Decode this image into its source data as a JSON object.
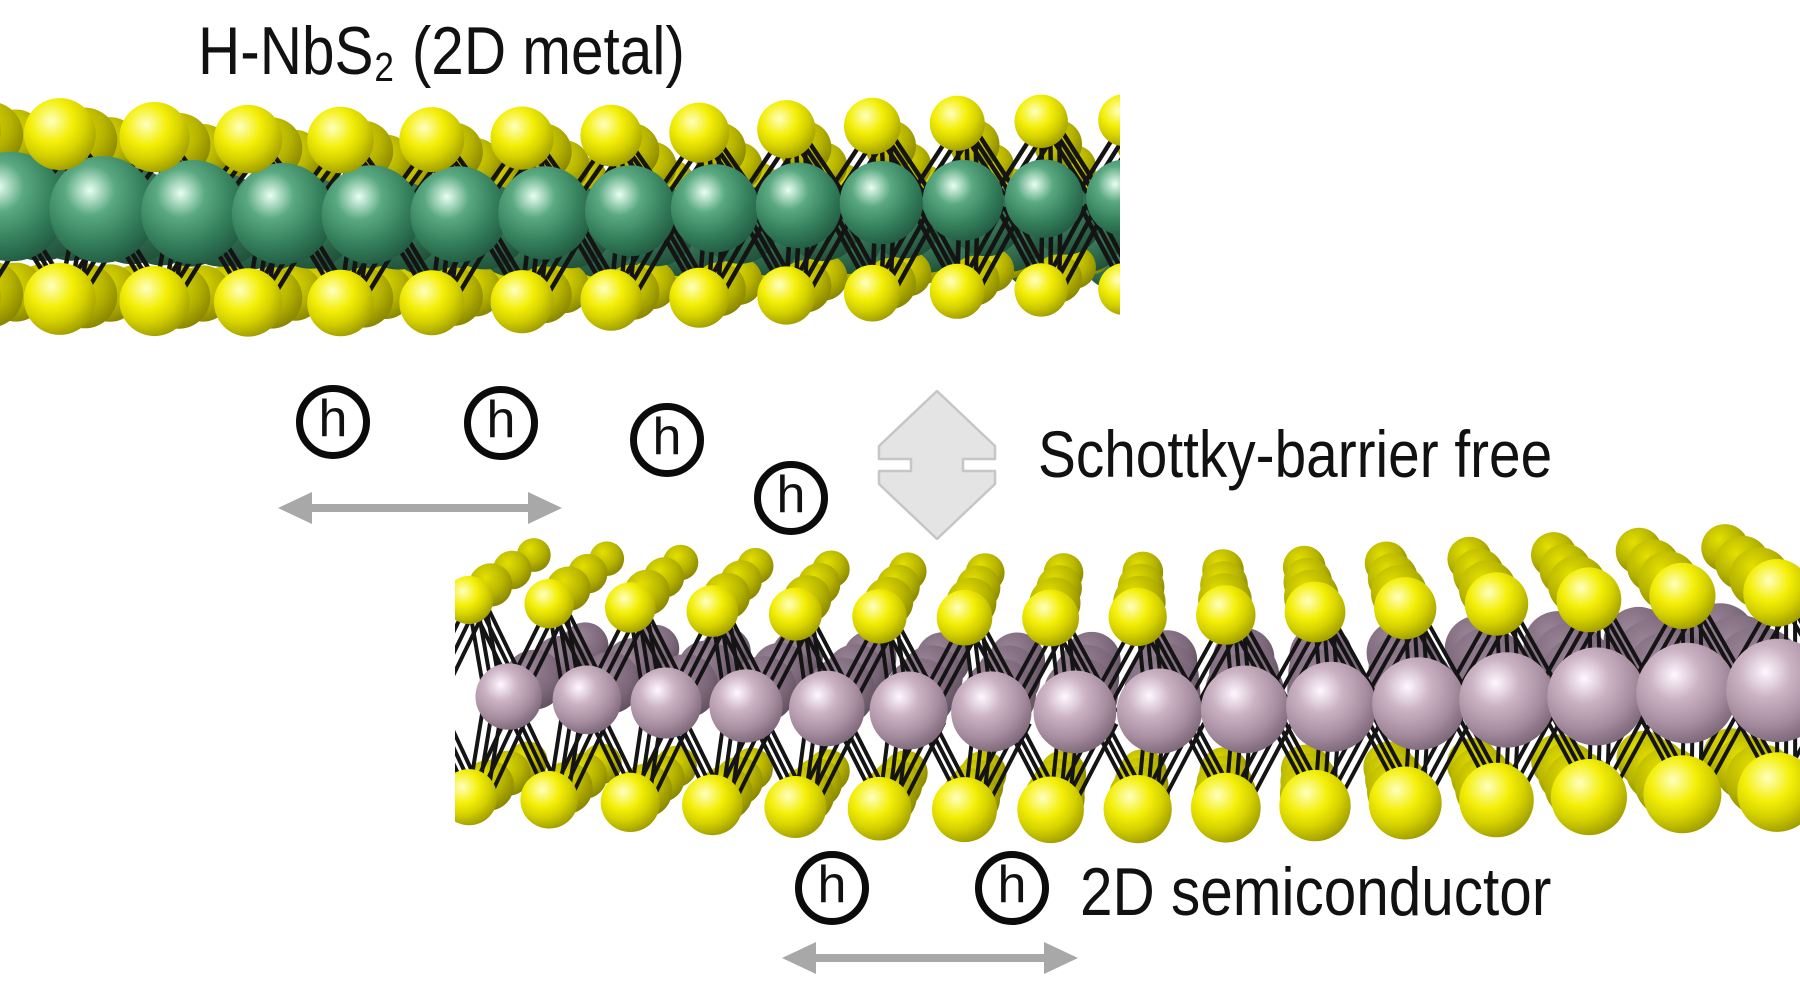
{
  "figure": {
    "title": {
      "prefix": "H-NbS",
      "subscript": "2",
      "suffix": " (2D metal)"
    },
    "labels": {
      "schottky": "Schottky-barrier free",
      "semiconductor": "2D semiconductor",
      "hole_symbol": "h"
    },
    "structures": {
      "metal_slab": {
        "name": "H-NbS2 monolayer (2D metal)",
        "metal_atom_color": "#3b8663",
        "chalcogen_atom_color": "#eeea00",
        "bond_color": "#141414"
      },
      "semiconductor_slab": {
        "name": "2D semiconductor monolayer",
        "metal_atom_color": "#a78da0",
        "chalcogen_atom_color": "#eeea00",
        "bond_color": "#141414"
      }
    },
    "annotations": {
      "hole_circles_metal": 4,
      "hole_circles_semiconductor": 2,
      "lateral_arrow_color": "#a8a8a8",
      "transfer_arrow_fill": "#e4e4e4",
      "transfer_arrow_stroke": "#c6c6c6",
      "text_color": "#111111",
      "background_color": "#ffffff"
    }
  }
}
